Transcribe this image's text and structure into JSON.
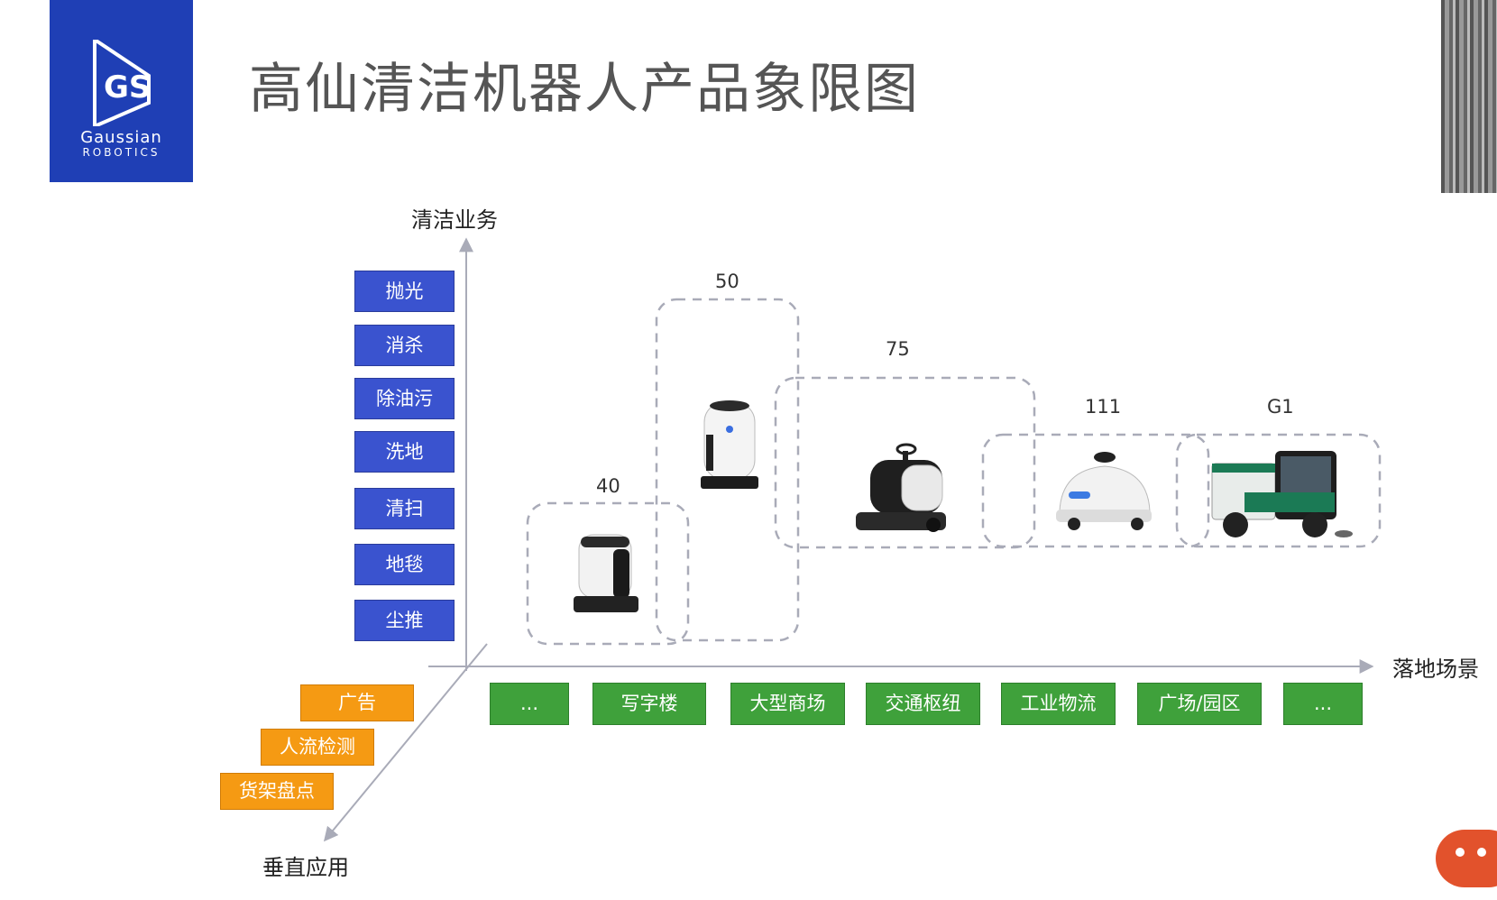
{
  "header": {
    "title": "高仙清洁机器人产品象限图",
    "logo_line1": "Gaussian",
    "logo_line2": "ROBOTICS",
    "logo_mark": "GS"
  },
  "axes": {
    "y_label": "清洁业务",
    "x_label": "落地场景",
    "z_label": "垂直应用"
  },
  "cleaning_tasks": [
    "抛光",
    "消杀",
    "除油污",
    "洗地",
    "清扫",
    "地毯",
    "尘推"
  ],
  "scenes": [
    "...",
    "写字楼",
    "大型商场",
    "交通枢纽",
    "工业物流",
    "广场/园区",
    "..."
  ],
  "vertical_apps": [
    "广告",
    "人流检测",
    "货架盘点"
  ],
  "products": [
    {
      "model": "40"
    },
    {
      "model": "50"
    },
    {
      "model": "75"
    },
    {
      "model": "111"
    },
    {
      "model": "G1"
    }
  ],
  "colors": {
    "task_box": "#3a53cf",
    "scene_box": "#3fa13b",
    "app_box": "#f59a13",
    "logo_bg": "#1f3fb5",
    "dashed": "#a9abb8"
  }
}
